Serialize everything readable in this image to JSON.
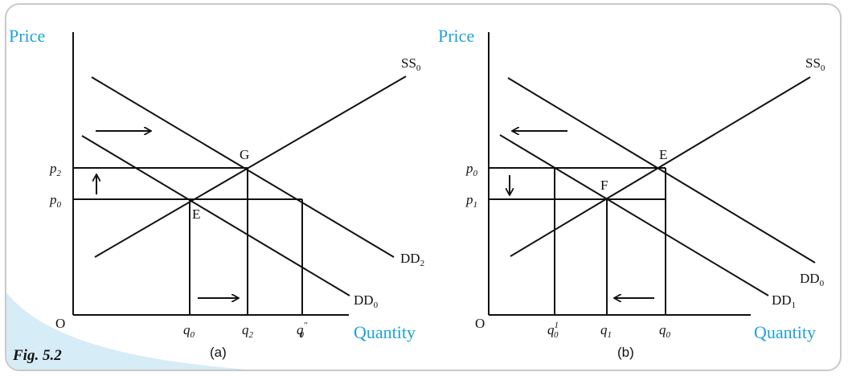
{
  "figure_label": "Fig. 5.2",
  "colors": {
    "accent": "#1ea3d6",
    "caption_band": "#d6ecf7",
    "frame": "#c9c9c9",
    "ink": "#111111"
  },
  "panel_a": {
    "caption": "(a)",
    "y_axis": "Price",
    "x_axis": "Quantity",
    "origin": "O",
    "supply": {
      "name": "SS",
      "sub": "0"
    },
    "demand_old": {
      "name": "DD",
      "sub": "0"
    },
    "demand_new": {
      "name": "DD",
      "sub": "2"
    },
    "point_old": "E",
    "point_new": "G",
    "price_old": {
      "name": "p",
      "sub": "0"
    },
    "price_new": {
      "name": "p",
      "sub": "2"
    },
    "qty_old": {
      "name": "q",
      "sub": "0"
    },
    "qty_new": {
      "name": "q",
      "sub": "2"
    },
    "qty_demanded": {
      "name": "q",
      "sup": "′′",
      "sub": "0"
    }
  },
  "panel_b": {
    "caption": "(b)",
    "y_axis": "Price",
    "x_axis": "Quantity",
    "origin": "O",
    "supply": {
      "name": "SS",
      "sub": "0"
    },
    "demand_old": {
      "name": "DD",
      "sub": "0"
    },
    "demand_new": {
      "name": "DD",
      "sub": "1"
    },
    "point_old": "E",
    "point_new": "F",
    "price_old": {
      "name": "p",
      "sub": "0"
    },
    "price_new": {
      "name": "p",
      "sub": "1"
    },
    "qty_supplied": {
      "name": "q",
      "sup": "1",
      "sub": "0"
    },
    "qty_new": {
      "name": "q",
      "sub": "1"
    },
    "qty_old": {
      "name": "q",
      "sub": "0"
    }
  }
}
